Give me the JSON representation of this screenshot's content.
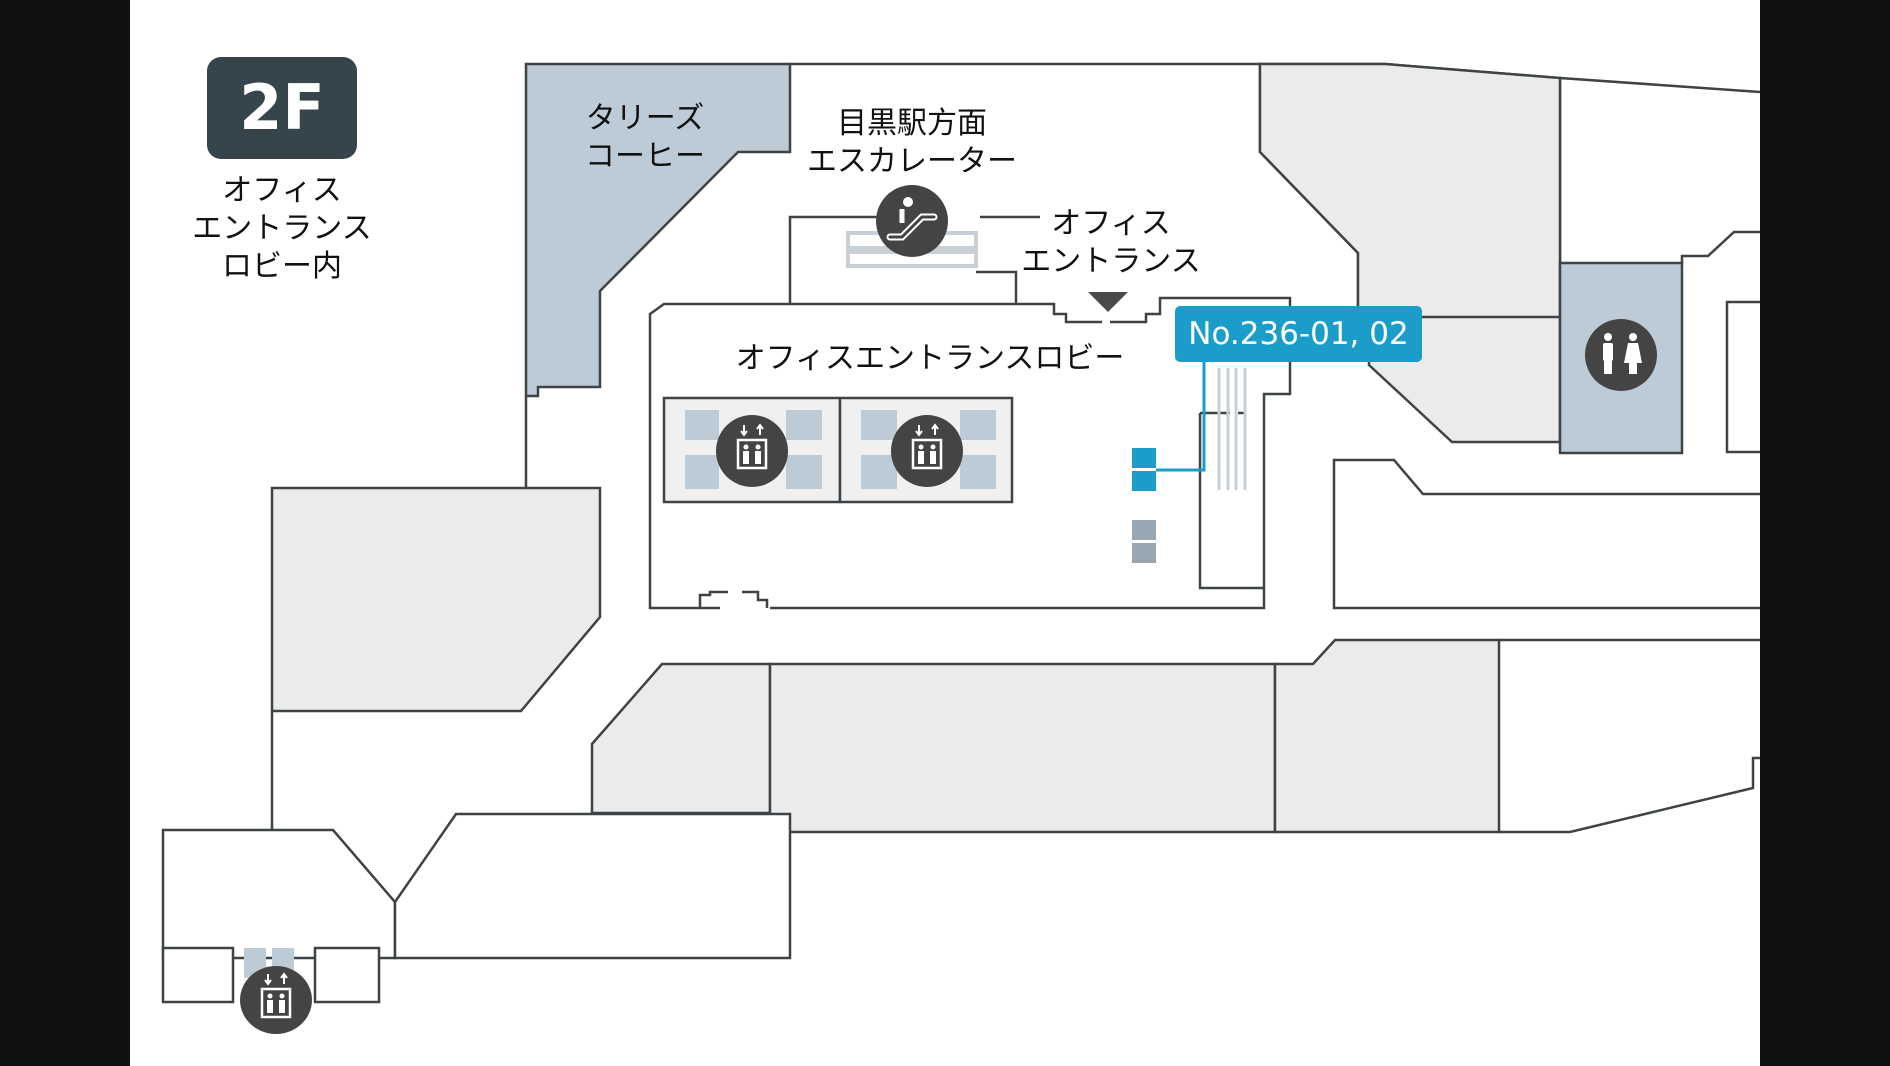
{
  "floor": {
    "badge": "2F",
    "caption_lines": [
      "オフィス",
      "エントランス",
      "ロビー内"
    ]
  },
  "labels": {
    "tullys": [
      "タリーズ",
      "コーヒー"
    ],
    "escalator": [
      "目黒駅方面",
      "エスカレーター"
    ],
    "office_entrance": [
      "オフィス",
      "エントランス"
    ],
    "lobby": "オフィスエントランスロビー"
  },
  "locker_tag": {
    "text": "No.236-01, 02",
    "color": "#1a9ec9"
  },
  "icons": {
    "escalator": "escalator-icon",
    "elevator": "elevator-icon",
    "restroom": "restroom-icon",
    "entrance_arrow": "entrance-arrow-icon"
  },
  "colors": {
    "wall": "#3d4347",
    "tenant_fill": "#ebebeb",
    "highlight_fill": "#bccbd5",
    "icon_bg": "#444444",
    "locker_active": "#1a9ec9",
    "locker_inactive": "#97a6b0",
    "escalator_lines": "#c9d0d5"
  }
}
